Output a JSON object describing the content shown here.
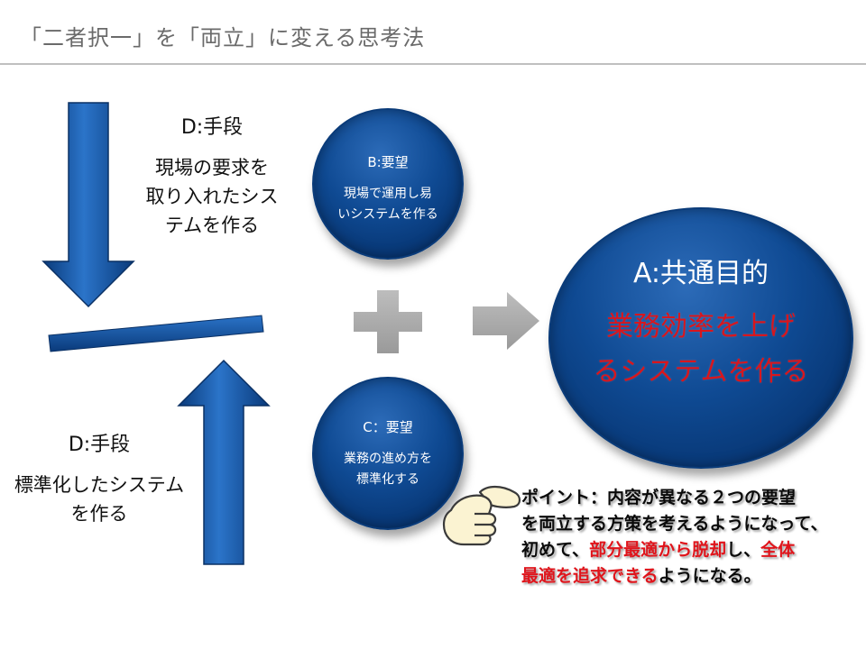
{
  "slide": {
    "title": "「二者択一」を「両立」に変える思考法"
  },
  "left_top": {
    "head": "D:手段",
    "lines": [
      "現場の要求を",
      "取り入れたシス",
      "テムを作る"
    ]
  },
  "left_bottom": {
    "head": "D:手段",
    "lines": [
      "標準化したシステム",
      "を作る"
    ]
  },
  "circle_b": {
    "head": "B:要望",
    "lines": [
      "現場で運用し易",
      "いシステムを作る"
    ]
  },
  "circle_c": {
    "head": "C：要望",
    "lines": [
      "業務の進め方を",
      "標準化する"
    ]
  },
  "circle_a": {
    "head": "A:共通目的",
    "lines": [
      "業務効率を上げ",
      "るシステムを作る"
    ]
  },
  "point": {
    "line1": "ポイント：内容が異なる２つの要望",
    "line2": "を両立する方策を考えるようになって、",
    "line3_a": "初めて、",
    "line3_b": "部分最適から脱却",
    "line3_c": "し、",
    "line3_d": "全体",
    "line4_a": "最適を追求できる",
    "line4_b": "ようになる。"
  },
  "colors": {
    "arrow_blue": "#0e4d9c",
    "circle_blue": "#0f4a93",
    "accent_red": "#e0141b",
    "plus_gray": "#a6a6a6"
  },
  "icons": {
    "down_arrow": "arrow-down-icon",
    "up_arrow": "arrow-up-icon",
    "plus": "plus-icon",
    "right_arrow": "arrow-right-icon",
    "hand": "pointing-hand-icon"
  }
}
